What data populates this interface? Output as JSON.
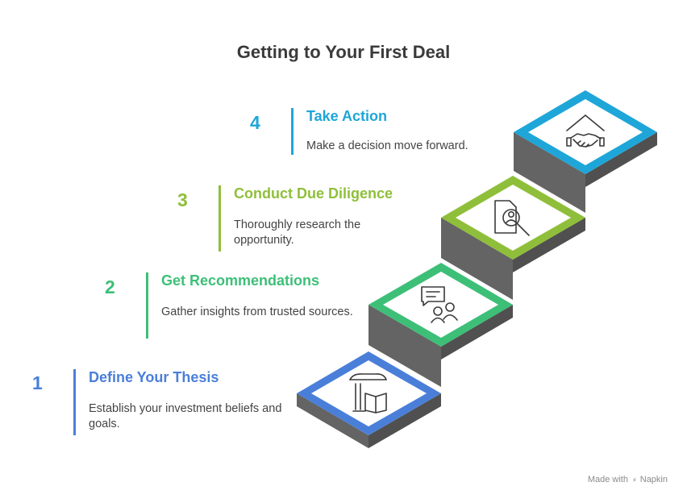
{
  "title": "Getting to Your First Deal",
  "colors": {
    "step1": "#4a7fd9",
    "step2": "#3dbf78",
    "step3": "#8fbf3a",
    "step4": "#1ea6d8",
    "riser": "#646464",
    "tread": "#505050"
  },
  "steps": [
    {
      "number": "1",
      "title": "Define Your Thesis",
      "description": "Establish your investment beliefs and goals.",
      "icon": "pillar-book-icon"
    },
    {
      "number": "2",
      "title": "Get Recommendations",
      "description": "Gather insights from trusted sources.",
      "icon": "chat-people-icon"
    },
    {
      "number": "3",
      "title": "Conduct Due Diligence",
      "description": "Thoroughly research the opportunity.",
      "icon": "document-search-icon"
    },
    {
      "number": "4",
      "title": "Take Action",
      "description": "Make a decision move forward.",
      "icon": "handshake-house-icon"
    }
  ],
  "branding": {
    "made_with": "Made with",
    "brand": "Napkin"
  }
}
